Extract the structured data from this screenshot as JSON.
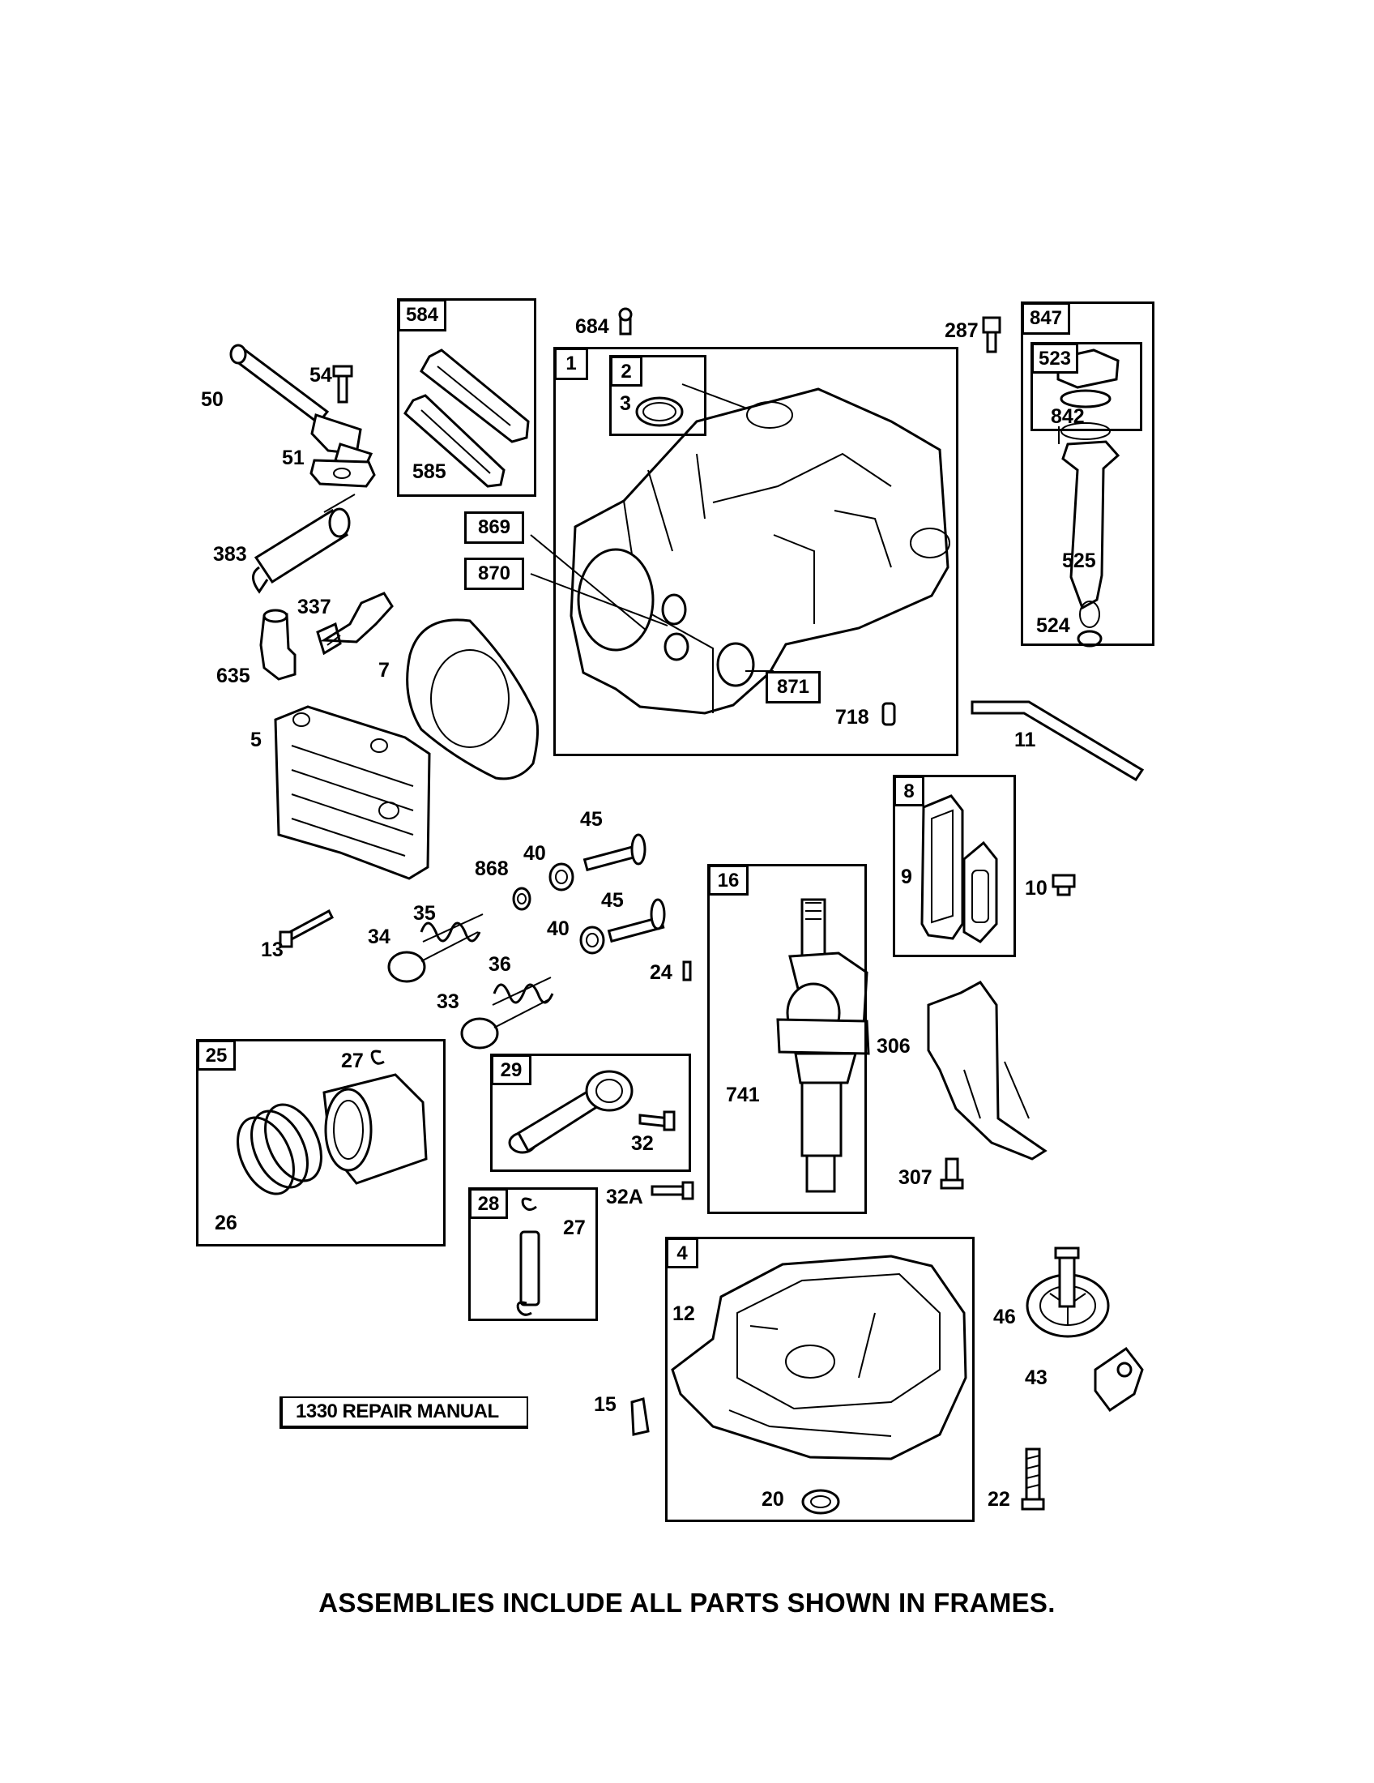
{
  "footer_note": "ASSEMBLIES INCLUDE ALL PARTS SHOWN IN FRAMES.",
  "manual_label": "1330 REPAIR MANUAL",
  "frames": {
    "f584": "584",
    "f1": "1",
    "f2": "2",
    "f869": "869",
    "f870": "870",
    "f871": "871",
    "f847": "847",
    "f523": "523",
    "f8": "8",
    "f16": "16",
    "f25": "25",
    "f29": "29",
    "f28": "28",
    "f4": "4"
  },
  "parts": {
    "p50": "50",
    "p54": "54",
    "p51": "51",
    "p585": "585",
    "p684": "684",
    "p3": "3",
    "p287": "287",
    "p842": "842",
    "p525": "525",
    "p524": "524",
    "p383": "383",
    "p337": "337",
    "p635": "635",
    "p7": "7",
    "p5": "5",
    "p718": "718",
    "p11": "11",
    "p45a": "45",
    "p868": "868",
    "p40a": "40",
    "p45b": "45",
    "p40b": "40",
    "p9": "9",
    "p10": "10",
    "p13": "13",
    "p35": "35",
    "p34": "34",
    "p36": "36",
    "p33": "33",
    "p24": "24",
    "p306": "306",
    "p27a": "27",
    "p741": "741",
    "p32": "32",
    "p26": "26",
    "p307": "307",
    "p32a": "32A",
    "p27b": "27",
    "p12": "12",
    "p46": "46",
    "p43": "43",
    "p15": "15",
    "p20": "20",
    "p22": "22"
  }
}
